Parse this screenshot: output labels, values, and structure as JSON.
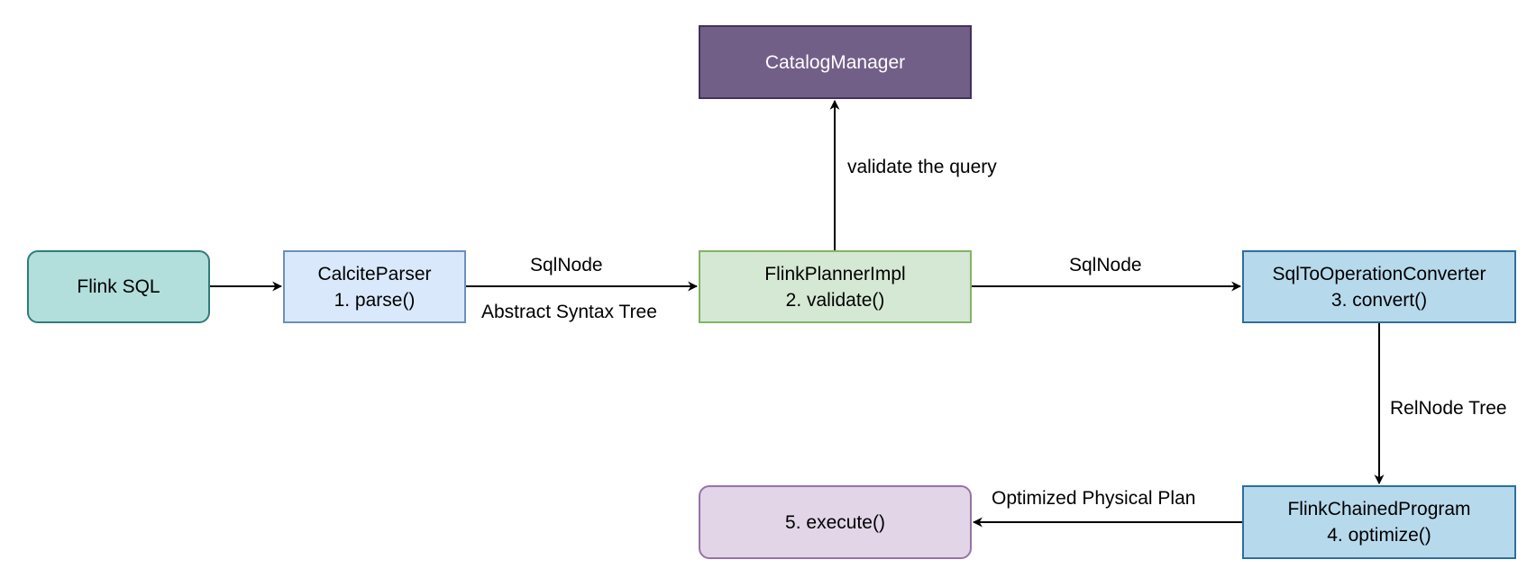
{
  "nodes": {
    "flink_sql": {
      "line1": "Flink SQL",
      "fill": "#b2dfdb",
      "stroke": "#2e7d7b"
    },
    "calcite_parser": {
      "line1": "CalciteParser",
      "line2": "1. parse()",
      "fill": "#dae8fc",
      "stroke": "#6c8ebf"
    },
    "flink_planner_impl": {
      "line1": "FlinkPlannerImpl",
      "line2": "2. validate()",
      "fill": "#d5e8d4",
      "stroke": "#82b366"
    },
    "sql_to_operation_converter": {
      "line1": "SqlToOperationConverter",
      "line2": "3. convert()",
      "fill": "#b7d9ec",
      "stroke": "#2e6f9e"
    },
    "catalog_manager": {
      "line1": "CatalogManager",
      "fill": "#725f88",
      "stroke": "#40325a",
      "text_color": "#ffffff"
    },
    "flink_chained_program": {
      "line1": "FlinkChainedProgram",
      "line2": "4. optimize()",
      "fill": "#b7d9ec",
      "stroke": "#2e6f9e"
    },
    "execute": {
      "line1": "5. execute()",
      "fill": "#e1d5e7",
      "stroke": "#9673a6"
    }
  },
  "edge_labels": {
    "parser_to_planner_top": "SqlNode",
    "parser_to_planner_bottom": "Abstract Syntax Tree",
    "planner_to_converter": "SqlNode",
    "planner_to_catalog": "validate the query",
    "converter_to_chained": "RelNode Tree",
    "chained_to_execute": "Optimized Physical Plan"
  },
  "colors": {
    "edge": "#000000"
  }
}
